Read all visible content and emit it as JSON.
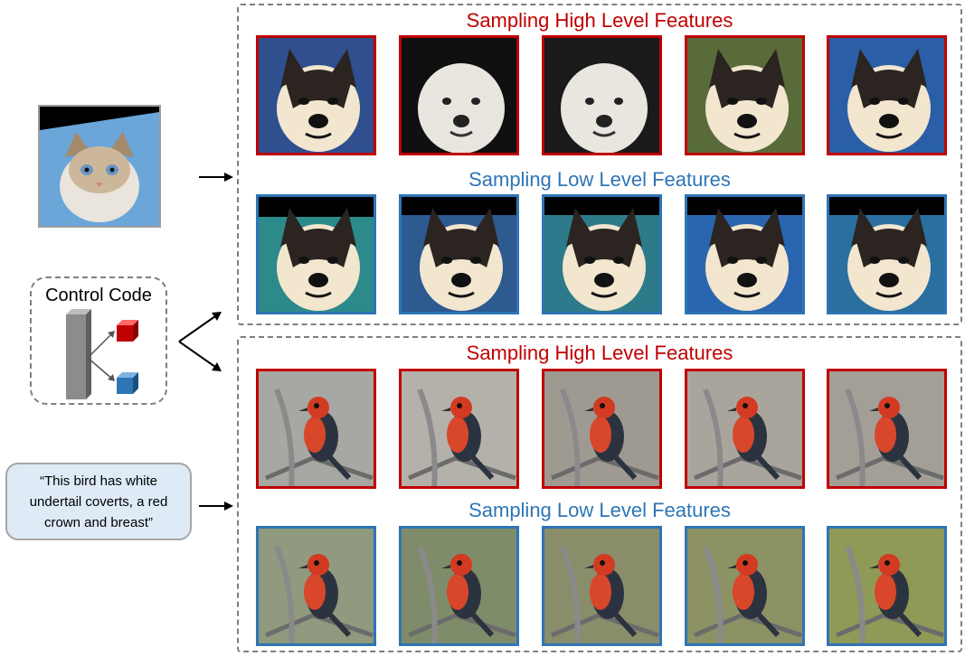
{
  "inputs": {
    "control_code_label": "Control Code",
    "text_prompt": "“This bird has white undertail coverts, a red crown and breast”"
  },
  "panels": {
    "dog": {
      "high_label": "Sampling High Level Features",
      "low_label": "Sampling Low Level Features"
    },
    "bird": {
      "high_label": "Sampling High Level Features",
      "low_label": "Sampling Low Level Features"
    }
  },
  "colors": {
    "high_level": "#c00000",
    "low_level": "#2e75b6",
    "panel_border": "#7f7f7f",
    "text_box_fill": "#deebf7"
  },
  "icons": {
    "input_image": "cat-photo",
    "dog_samples": "husky-photo",
    "bird_samples": "bird-photo",
    "control_code": "vector-with-cubes"
  }
}
